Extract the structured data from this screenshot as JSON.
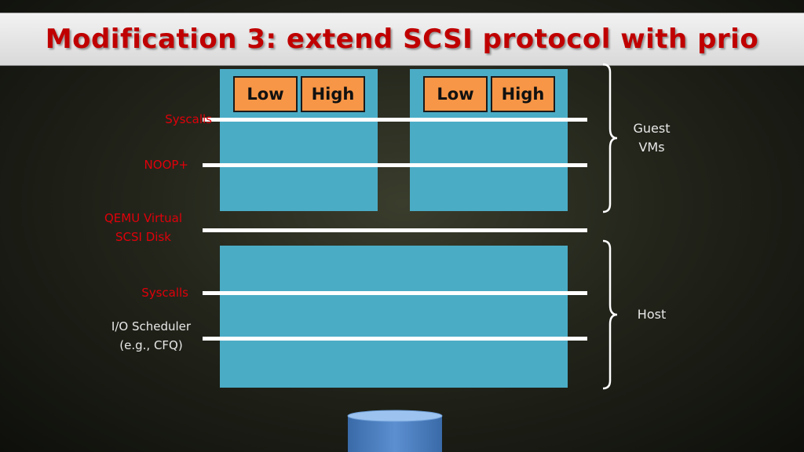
{
  "title": "Modification 3: extend SCSI protocol with prio",
  "vm_left": {
    "low": "Low",
    "high": "High"
  },
  "vm_right": {
    "low": "Low",
    "high": "High"
  },
  "labels": {
    "syscalls_guest": "Syscalls",
    "noop": "NOOP+",
    "qemu_line1": "QEMU Virtual",
    "qemu_line2": "SCSI Disk",
    "syscalls_host": "Syscalls",
    "iosched_line1": "I/O Scheduler",
    "iosched_line2": "(e.g., CFQ)"
  },
  "groups": {
    "guest_line1": "Guest",
    "guest_line2": "VMs",
    "host": "Host"
  },
  "colors": {
    "layer_box": "#4bacc6",
    "prio_box": "#f79646",
    "title_text": "#c00000",
    "red_label": "#e0000a"
  }
}
